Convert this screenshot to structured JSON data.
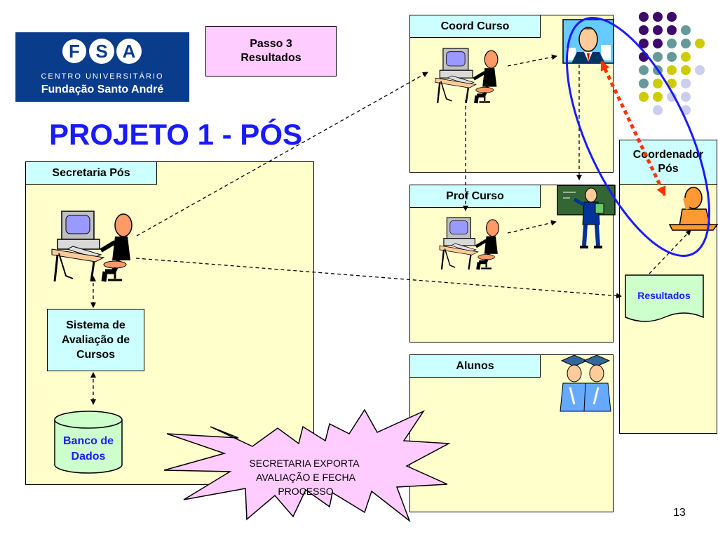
{
  "logo": {
    "letters": [
      "F",
      "S",
      "A"
    ],
    "line1": "CENTRO UNIVERSITÁRIO",
    "line2": "Fundação Santo André"
  },
  "step": {
    "line1": "Passo 3",
    "line2": "Resultados"
  },
  "title": "PROJETO 1 - PÓS",
  "lanes": {
    "secretaria": "Secretaria Pós",
    "coord_curso": "Coord Curso",
    "prof_curso": "Prof Curso",
    "alunos": "Alunos",
    "coordenador": {
      "line1": "Coordenador",
      "line2": "Pós"
    }
  },
  "nodes": {
    "sistema": {
      "line1": "Sistema de",
      "line2": "Avaliação de",
      "line3": "Cursos"
    },
    "banco": {
      "line1": "Banco de",
      "line2": "Dados"
    },
    "resultados": "Resultados"
  },
  "starburst": {
    "line1": "SECRETARIA EXPORTA",
    "line2": "AVALIAÇÃO E FECHA",
    "line3": "PROCESSO"
  },
  "page_number": "13",
  "colors": {
    "lane_fill": "#ffffcc",
    "lane_title_fill": "#ccffff",
    "title_blue": "#1a1aff",
    "step_fill": "#ffccff",
    "starburst_fill": "#ffccff",
    "database_fill": "#ccffcc",
    "ellipse_blue": "#1a1aff",
    "arrow_red": "#ff3300",
    "dot_purple": "#3d0a6b",
    "dot_teal": "#669999",
    "dot_olive": "#cccc00",
    "dot_lavender": "#ccccee"
  },
  "icons": {
    "computer_user": "computer-user-icon",
    "executive": "executive-portrait-icon",
    "teacher": "teacher-blackboard-icon",
    "graduates": "graduates-icon",
    "manager": "manager-at-desk-icon"
  }
}
